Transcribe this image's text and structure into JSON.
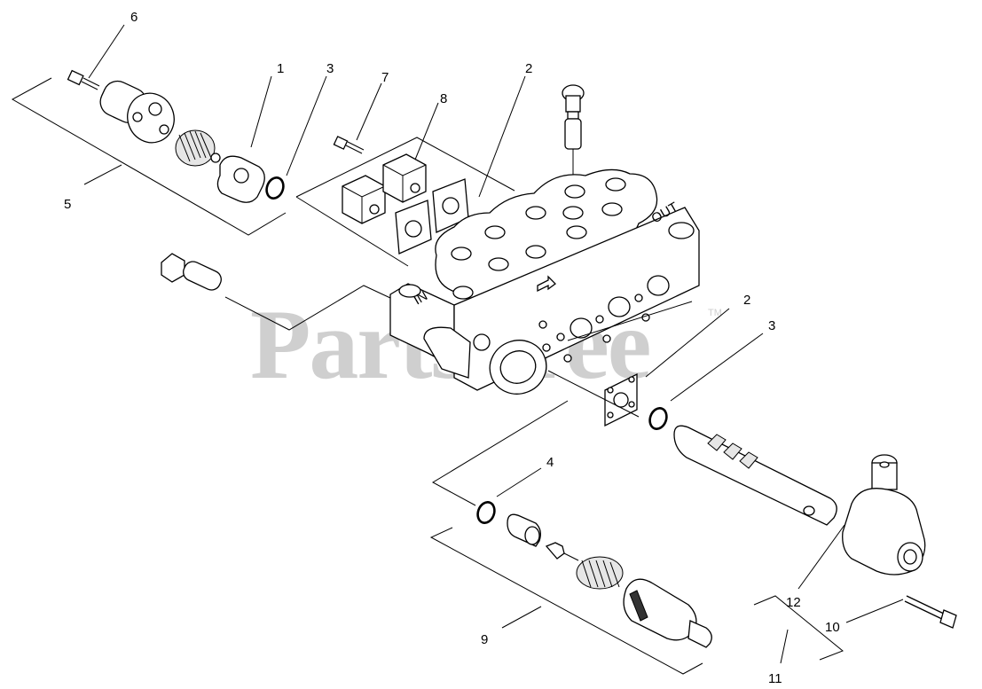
{
  "watermark": {
    "text": "PartsTree",
    "trademark": "TM"
  },
  "callouts": [
    "1",
    "2",
    "2",
    "3",
    "3",
    "4",
    "5",
    "6",
    "7",
    "8",
    "9",
    "10",
    "11",
    "12"
  ]
}
